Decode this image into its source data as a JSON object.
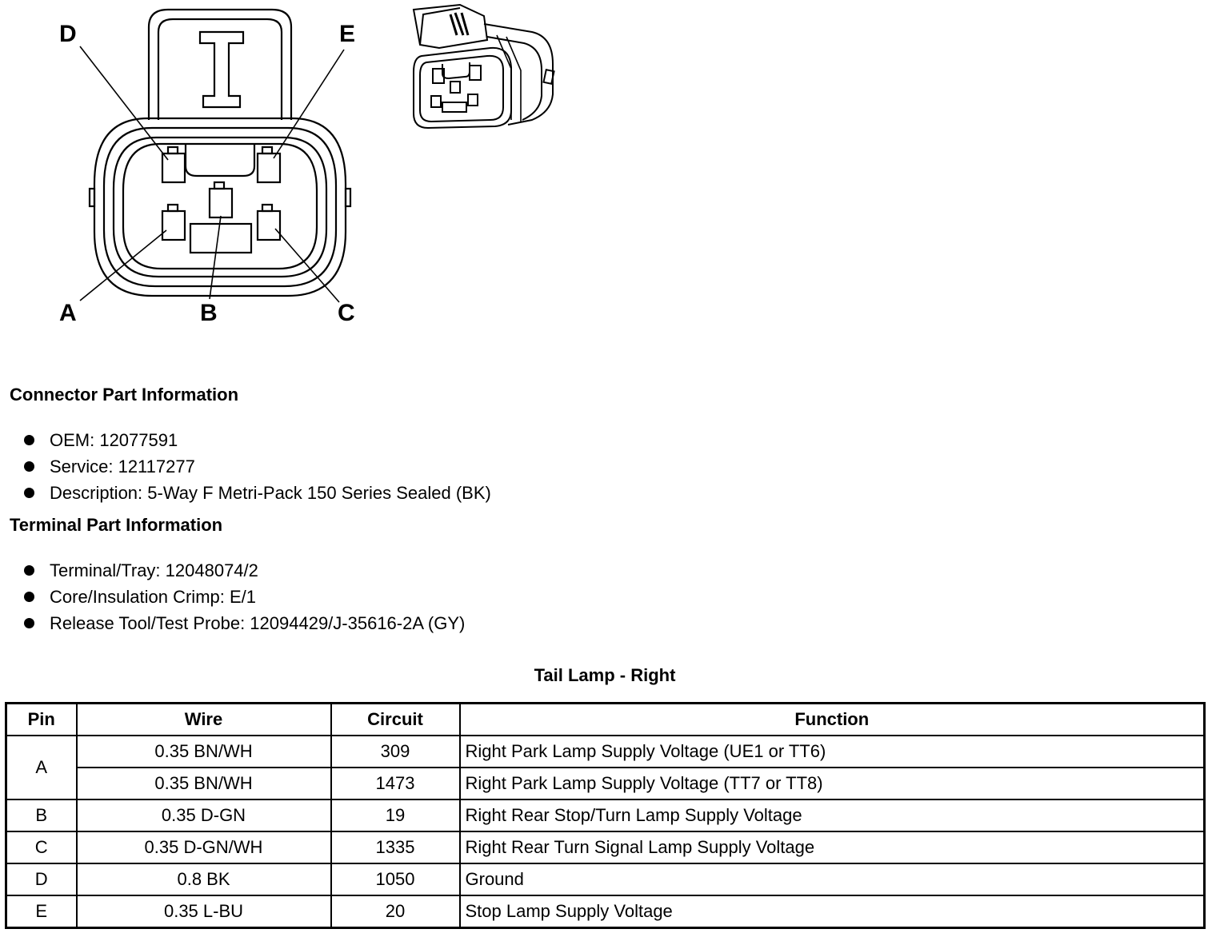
{
  "diagram": {
    "pin_labels": {
      "a": "A",
      "b": "B",
      "c": "C",
      "d": "D",
      "e": "E"
    }
  },
  "connector_info": {
    "heading": "Connector Part Information",
    "items": [
      "OEM: 12077591",
      "Service: 12117277",
      "Description: 5-Way F Metri-Pack 150 Series Sealed (BK)"
    ]
  },
  "terminal_info": {
    "heading": "Terminal Part Information",
    "items": [
      "Terminal/Tray: 12048074/2",
      "Core/Insulation Crimp: E/1",
      "Release Tool/Test Probe: 12094429/J-35616-2A (GY)"
    ]
  },
  "table": {
    "title": "Tail Lamp - Right",
    "headers": {
      "pin": "Pin",
      "wire": "Wire",
      "circuit": "Circuit",
      "function": "Function"
    },
    "rows": [
      {
        "pin": "A",
        "wire": "0.35 BN/WH",
        "circuit": "309",
        "function": "Right Park Lamp Supply Voltage (UE1 or TT6)"
      },
      {
        "pin": "",
        "wire": "0.35 BN/WH",
        "circuit": "1473",
        "function": "Right Park Lamp Supply Voltage (TT7 or TT8)"
      },
      {
        "pin": "B",
        "wire": "0.35 D-GN",
        "circuit": "19",
        "function": "Right Rear Stop/Turn Lamp Supply Voltage"
      },
      {
        "pin": "C",
        "wire": "0.35 D-GN/WH",
        "circuit": "1335",
        "function": "Right Rear Turn Signal Lamp Supply Voltage"
      },
      {
        "pin": "D",
        "wire": "0.8 BK",
        "circuit": "1050",
        "function": "Ground"
      },
      {
        "pin": "E",
        "wire": "0.35 L-BU",
        "circuit": "20",
        "function": "Stop Lamp Supply Voltage"
      }
    ]
  }
}
